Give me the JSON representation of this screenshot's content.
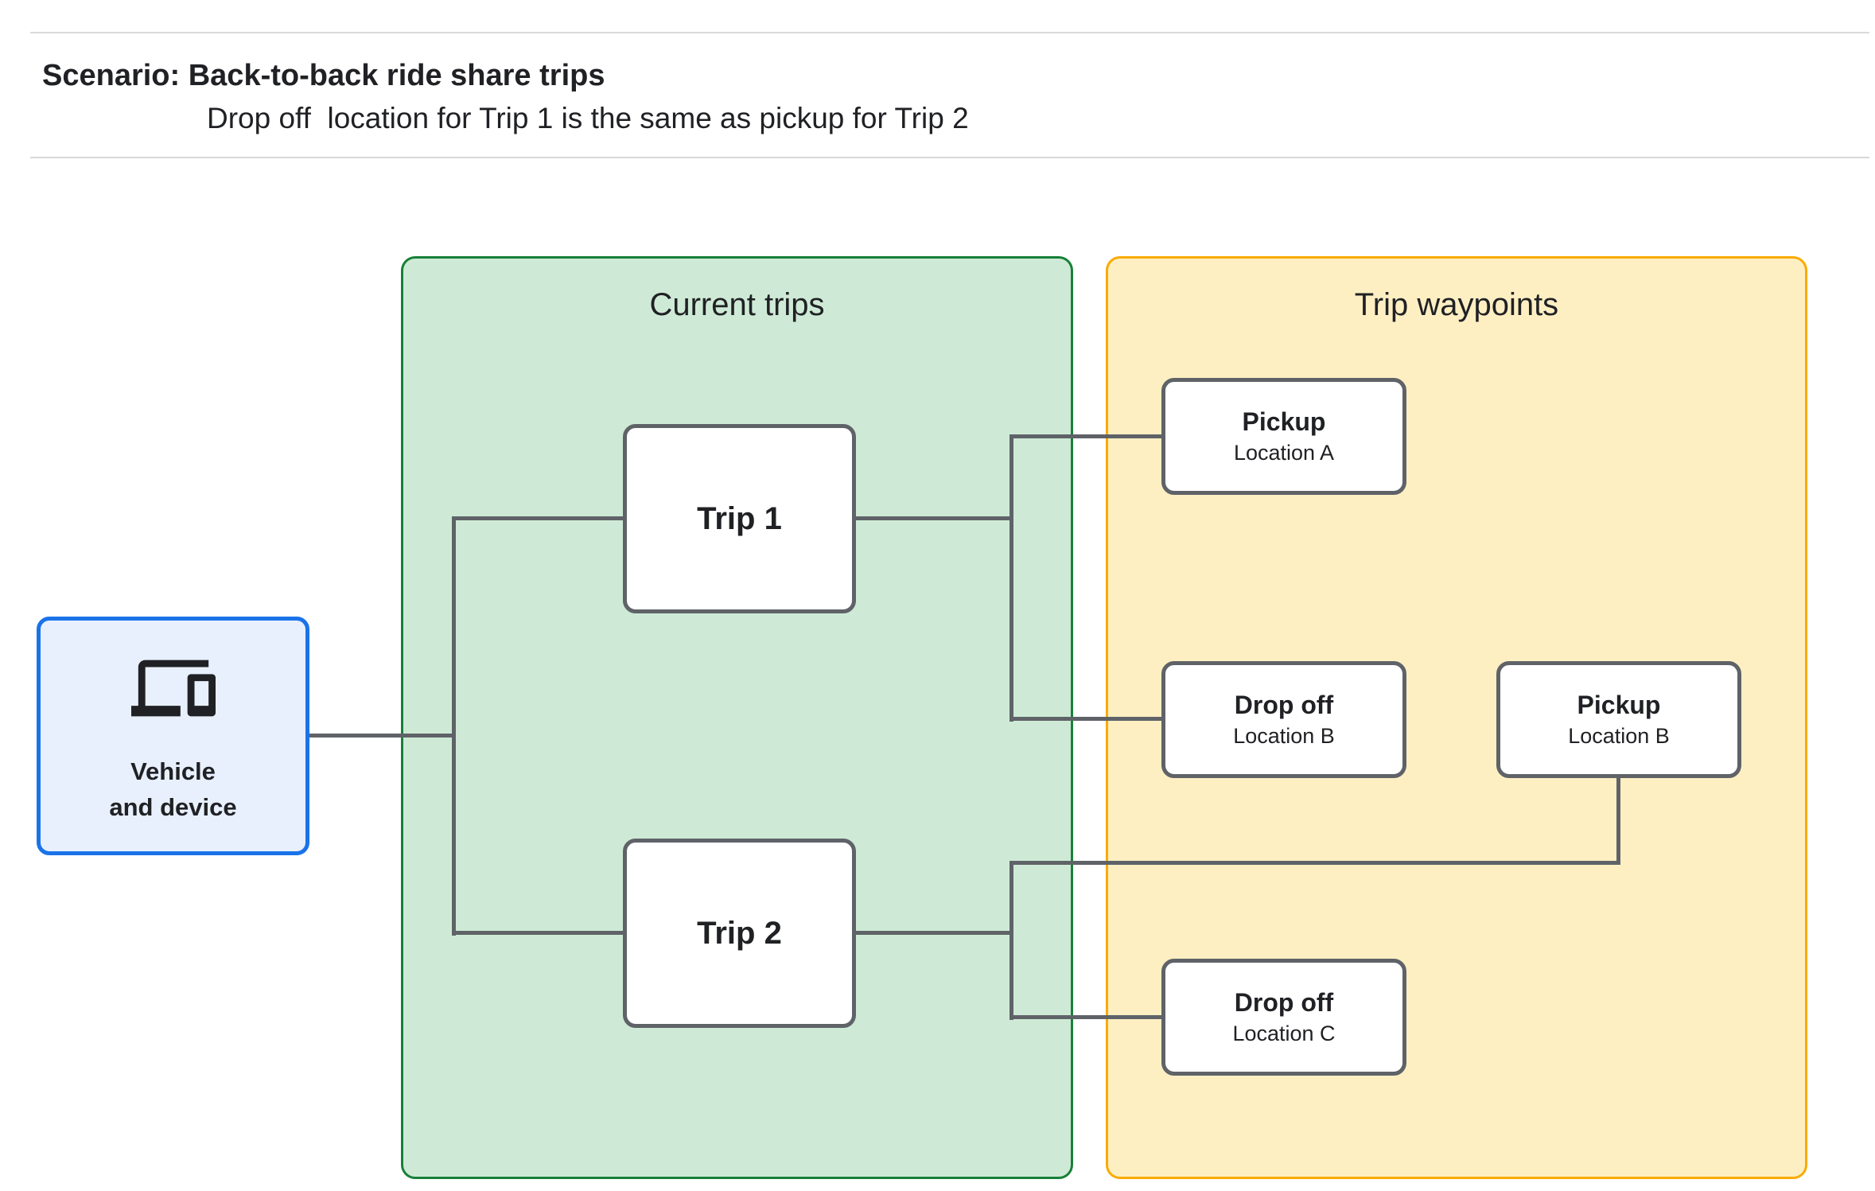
{
  "header": {
    "title": "Scenario: Back-to-back ride share trips",
    "subtitle": "Drop off  location for Trip 1 is the same as pickup for Trip 2"
  },
  "vehicle": {
    "label": "Vehicle\nand device",
    "icon": "devices-icon"
  },
  "panels": {
    "current_trips": {
      "title": "Current trips"
    },
    "trip_waypoints": {
      "title": "Trip waypoints"
    }
  },
  "trips": [
    {
      "id": "trip-1",
      "label": "Trip 1"
    },
    {
      "id": "trip-2",
      "label": "Trip 2"
    }
  ],
  "waypoints": [
    {
      "id": "pickup-a",
      "type": "Pickup",
      "location": "Location A"
    },
    {
      "id": "dropoff-b",
      "type": "Drop off",
      "location": "Location B"
    },
    {
      "id": "pickup-b",
      "type": "Pickup",
      "location": "Location B"
    },
    {
      "id": "dropoff-c",
      "type": "Drop off",
      "location": "Location C"
    }
  ],
  "edges": [
    {
      "from": "vehicle",
      "to": "trip-1"
    },
    {
      "from": "vehicle",
      "to": "trip-2"
    },
    {
      "from": "trip-1",
      "to": "pickup-a"
    },
    {
      "from": "trip-1",
      "to": "dropoff-b"
    },
    {
      "from": "trip-2",
      "to": "dropoff-c"
    },
    {
      "from": "pickup-b",
      "to": "trip-2"
    }
  ],
  "colors": {
    "text": "#202124",
    "divider": "#d9d9d9",
    "connector": "#5f6368",
    "node_border": "#5f6368",
    "vehicle_border": "#1a73e8",
    "vehicle_fill": "#e8f0fe",
    "green_fill": "#ceead6",
    "green_border": "#188038",
    "yellow_fill": "#feefc3",
    "yellow_border": "#f9ab00"
  }
}
